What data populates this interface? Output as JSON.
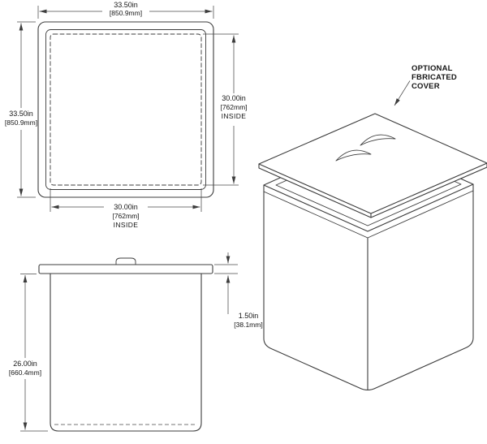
{
  "colors": {
    "line": "#3c3c3c",
    "text": "#161616",
    "background": "#ffffff"
  },
  "top_view": {
    "dim_outer_width": {
      "inches": "33.50in",
      "mm": "[850.9mm]"
    },
    "dim_outer_height": {
      "inches": "33.50in",
      "mm": "[850.9mm]"
    },
    "dim_inside_height": {
      "inches": "30.00in",
      "mm": "[762mm]",
      "note": "INSIDE"
    },
    "dim_inside_width": {
      "inches": "30.00in",
      "mm": "[762mm]",
      "note": "INSIDE"
    }
  },
  "front_view": {
    "dim_body_height": {
      "inches": "26.00in",
      "mm": "[660.4mm]"
    },
    "dim_cover_height": {
      "inches": "1.50in",
      "mm": "[38.1mm]"
    }
  },
  "iso_view": {
    "cover_label": {
      "line1": "OPTIONAL",
      "line2": "FBRICATED",
      "line3": "COVER"
    }
  }
}
